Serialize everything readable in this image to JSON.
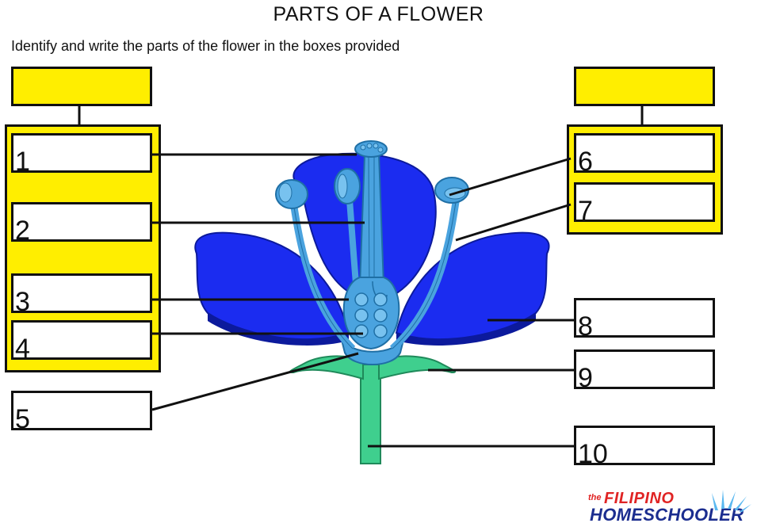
{
  "title": "PARTS OF A FLOWER",
  "instruction": "Identify and write the parts of the flower in the boxes provided",
  "label_numbers": [
    "1",
    "2",
    "3",
    "4",
    "5",
    "6",
    "7",
    "8",
    "9",
    "10"
  ],
  "logo": {
    "prefix": "the",
    "line1": "FILIPINO",
    "line2": "HOMESCHOOLER"
  },
  "colors": {
    "header_fill": "#ffee00",
    "petal": "#1b2cf0",
    "stamen": "#4aa3df",
    "stem": "#3fcf8e"
  }
}
